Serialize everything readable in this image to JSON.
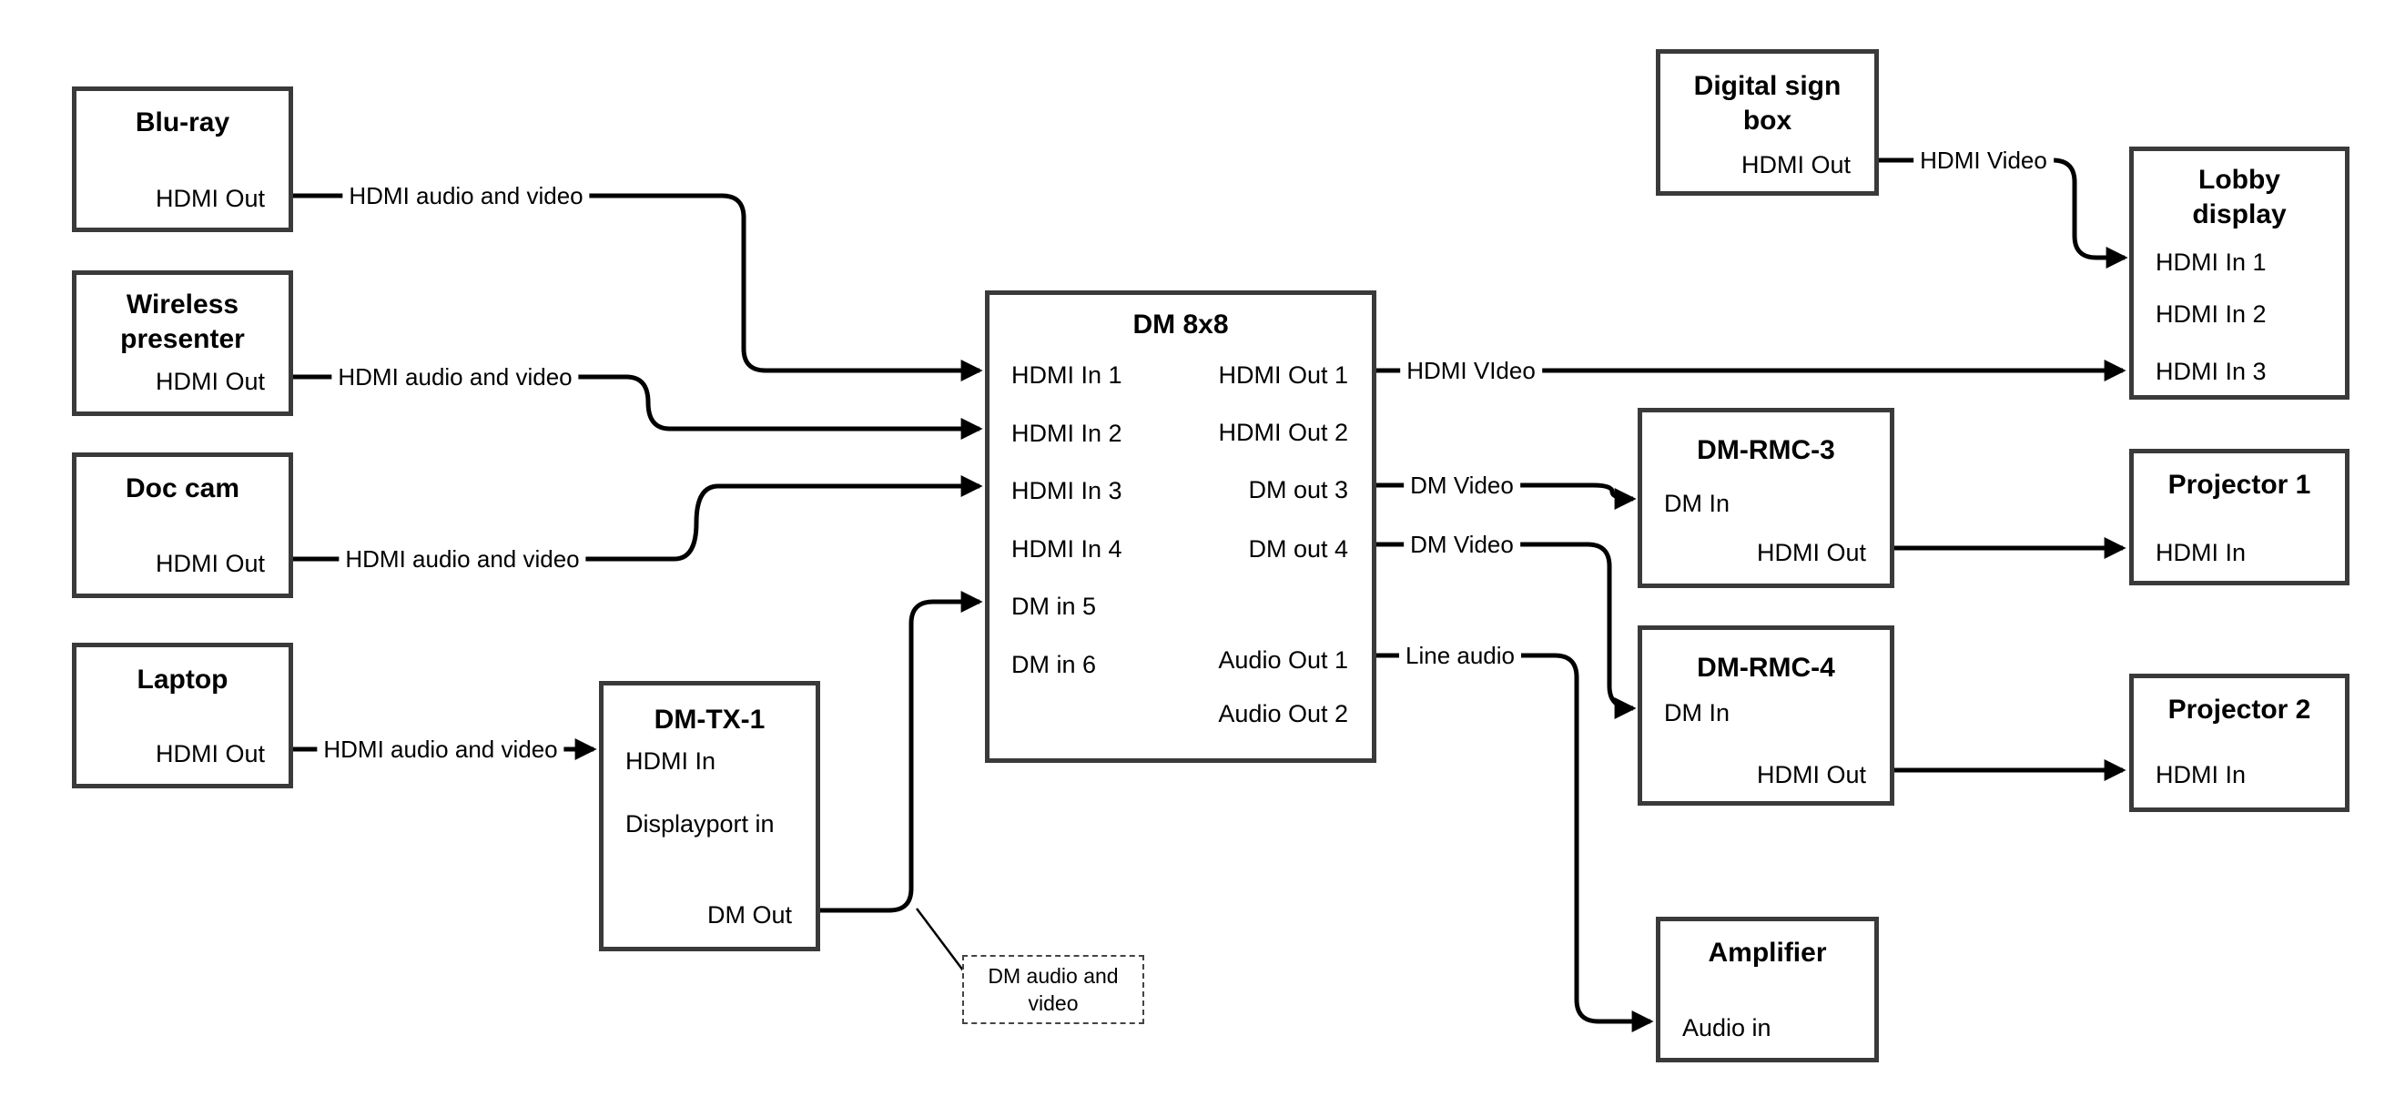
{
  "colors": {
    "background": "#ffffff",
    "wire": "#000000",
    "box_border": "#3a3a3a",
    "text": "#000000"
  },
  "nodes": {
    "bluray": {
      "title": "Blu-ray",
      "ports": [
        {
          "label": "HDMI Out"
        }
      ]
    },
    "wireless": {
      "title": "Wireless presenter",
      "ports": [
        {
          "label": "HDMI Out"
        }
      ]
    },
    "doccam": {
      "title": "Doc cam",
      "ports": [
        {
          "label": "HDMI Out"
        }
      ]
    },
    "laptop": {
      "title": "Laptop",
      "ports": [
        {
          "label": "HDMI Out"
        }
      ]
    },
    "dmtx1": {
      "title": "DM-TX-1",
      "ports": [
        {
          "label": "HDMI In"
        },
        {
          "label": "Displayport in"
        },
        {
          "label": "DM Out"
        }
      ]
    },
    "dm8x8": {
      "title": "DM 8x8",
      "in_ports": [
        {
          "label": "HDMI In 1"
        },
        {
          "label": "HDMI In 2"
        },
        {
          "label": "HDMI In 3"
        },
        {
          "label": "HDMI In 4"
        },
        {
          "label": "DM in 5"
        },
        {
          "label": "DM in 6"
        }
      ],
      "out_ports": [
        {
          "label": "HDMI Out 1"
        },
        {
          "label": "HDMI Out 2"
        },
        {
          "label": "DM out 3"
        },
        {
          "label": "DM out 4"
        },
        {
          "label": "Audio Out 1"
        },
        {
          "label": "Audio Out 2"
        }
      ]
    },
    "digitalsign": {
      "title": "Digital sign box",
      "ports": [
        {
          "label": "HDMI Out"
        }
      ]
    },
    "lobby": {
      "title": "Lobby display",
      "ports": [
        {
          "label": "HDMI In 1"
        },
        {
          "label": "HDMI In 2"
        },
        {
          "label": "HDMI In 3"
        }
      ]
    },
    "dmrmc3": {
      "title": "DM-RMC-3",
      "ports": [
        {
          "label": "DM In"
        },
        {
          "label": "HDMI Out"
        }
      ]
    },
    "projector1": {
      "title": "Projector 1",
      "ports": [
        {
          "label": "HDMI In"
        }
      ]
    },
    "dmrmc4": {
      "title": "DM-RMC-4",
      "ports": [
        {
          "label": "DM In"
        },
        {
          "label": "HDMI Out"
        }
      ]
    },
    "projector2": {
      "title": "Projector 2",
      "ports": [
        {
          "label": "HDMI In"
        }
      ]
    },
    "amplifier": {
      "title": "Amplifier",
      "ports": [
        {
          "label": "Audio in"
        }
      ]
    }
  },
  "wire_labels": {
    "bluray_to_dm8x8": "HDMI audio and video",
    "wireless_to_dm8x8": "HDMI audio and video",
    "doccam_to_dm8x8": "HDMI audio and video",
    "laptop_to_dmtx1": "HDMI audio and video",
    "hdmiout1_to_lobby": "HDMI VIdeo",
    "dmout3_to_rmc3": "DM Video",
    "dmout4_to_rmc4": "DM Video",
    "audioout1_to_amplifier": "Line audio",
    "digitalsign_to_lobby": "HDMI Video"
  },
  "note": {
    "text": "DM audio and video"
  }
}
